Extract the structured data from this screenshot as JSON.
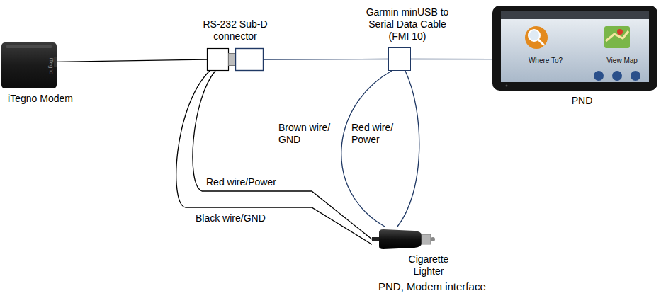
{
  "diagram": {
    "caption": "PND, Modem interface",
    "nodes": [
      {
        "text": [
          "iTegno Modem"
        ]
      },
      {
        "text": [
          "RS-232 Sub-D connector"
        ]
      },
      {
        "text": [
          "Garmin minUSB to Serial Data Cable (FMI 10)"
        ]
      },
      {
        "text": [
          "PND"
        ]
      },
      {
        "text": [
          "Cigarette Lighter"
        ]
      }
    ],
    "edges": [
      {
        "from": 0,
        "to": 1,
        "arrow": "none"
      },
      {
        "from": 1,
        "to": 2,
        "arrow": "none"
      },
      {
        "from": 2,
        "to": 3,
        "arrow": "none"
      },
      {
        "from": 1,
        "to": 4,
        "label": "Red wire/Power",
        "arrow": "none"
      },
      {
        "from": 1,
        "to": 4,
        "label": "Black wire/GND",
        "arrow": "none"
      },
      {
        "from": 2,
        "to": 4,
        "label": "Brown wire/ GND",
        "arrow": "none"
      },
      {
        "from": 2,
        "to": 4,
        "label": "Red wire/ Power",
        "arrow": "none"
      }
    ],
    "labels": [
      "iTegno",
      "Where To?",
      "View Map"
    ]
  }
}
